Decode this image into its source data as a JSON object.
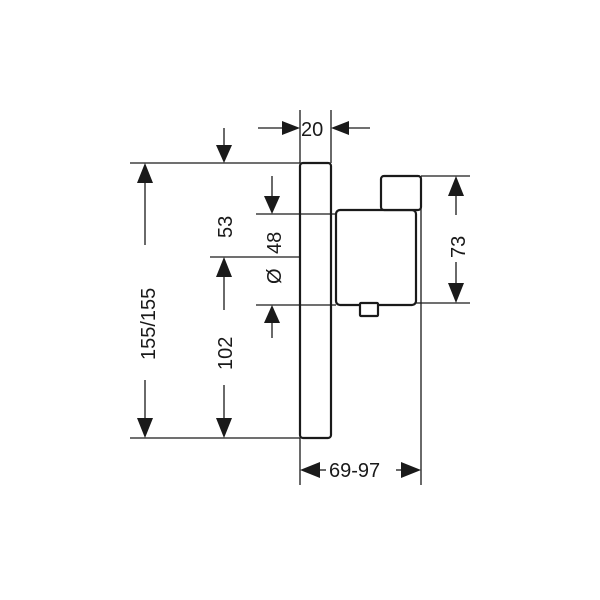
{
  "dimensions": {
    "width_top": "20",
    "height_total": "155/155",
    "height_lower": "102",
    "height_upper": "53",
    "diameter_symbol": "Ø",
    "diameter_value": "48",
    "height_right": "73",
    "depth": "69-97"
  },
  "colors": {
    "ink": "#1a1a1a",
    "background": "#ffffff"
  }
}
